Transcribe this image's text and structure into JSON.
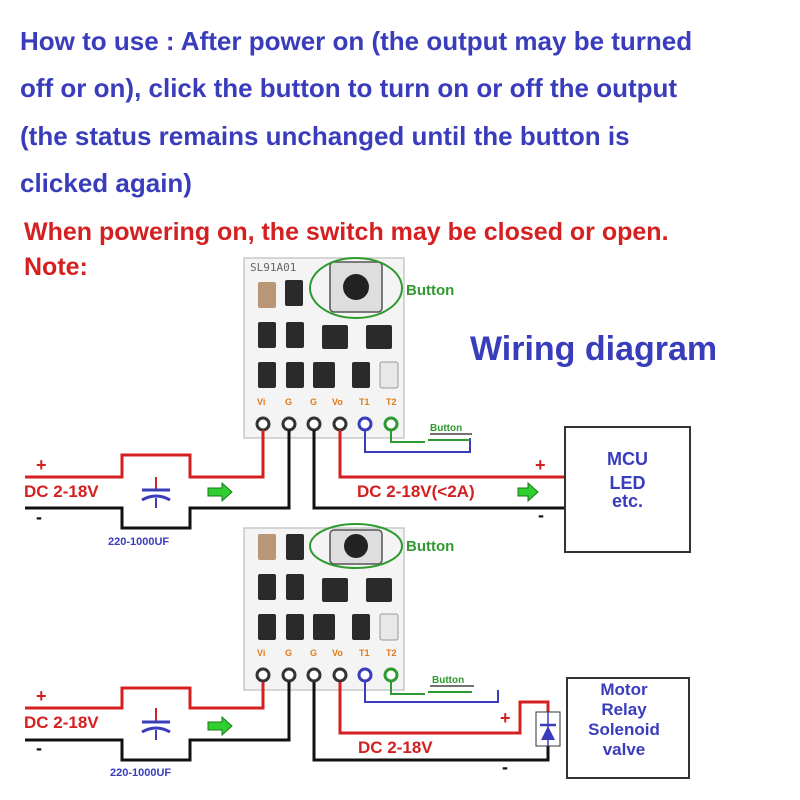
{
  "instructions": {
    "line1": "How to use : After power on (the output may be turned",
    "line2": "off or on), click the button to turn on or off the output",
    "line3": "(the status remains unchanged until the button is",
    "line4": "clicked again)"
  },
  "warning": "When powering on, the switch may be closed or open.",
  "note_label": "Note:",
  "title": "Wiring diagram",
  "board_top": {
    "model": "SL91A01",
    "button_label": "Button",
    "pins": [
      "Vi",
      "G",
      "G",
      "Vo",
      "T1",
      "T2"
    ],
    "ext_button_label": "Button"
  },
  "board_bottom": {
    "button_label": "Button",
    "pins": [
      "Vi",
      "G",
      "G",
      "Vo",
      "T1",
      "T2"
    ],
    "ext_button_label": "Button"
  },
  "circuit_top": {
    "input_plus": "+",
    "input_minus": "-",
    "input_label": "DC 2-18V",
    "cap_label": "220-1000UF",
    "output_label": "DC 2-18V(<2A)",
    "output_plus": "+",
    "output_minus": "-",
    "load_lines": [
      "MCU",
      "LED",
      "etc."
    ]
  },
  "circuit_bottom": {
    "input_plus": "+",
    "input_minus": "-",
    "input_label": "DC 2-18V",
    "cap_label": "220-1000UF",
    "output_label": "DC 2-18V",
    "output_plus": "+",
    "output_minus": "-",
    "load_lines": [
      "Motor",
      "Relay",
      "Solenoid",
      "valve"
    ]
  },
  "colors": {
    "text_blue": "#3a3dbb",
    "warning_red": "#d42020",
    "button_green": "#2f9a2f",
    "wire_red": "#d42020",
    "wire_black": "#111111",
    "wire_blue": "#3a3dbb",
    "pin_label_orange": "#e07a1a"
  }
}
